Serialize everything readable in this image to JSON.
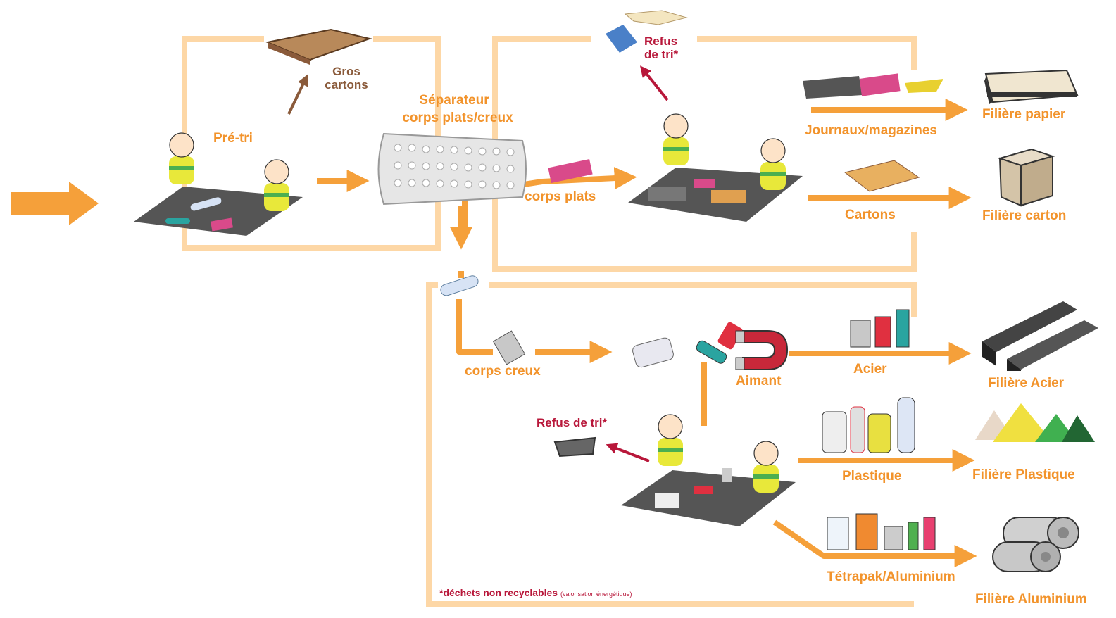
{
  "labels": {
    "pre_tri": "Pré-tri",
    "gros_cartons": "Gros cartons",
    "separateur_line1": "Séparateur",
    "separateur_line2": "corps plats/creux",
    "refus_top": "Refus de tri*",
    "journaux": "Journaux/magazines",
    "cartons": "Cartons",
    "corps_plats": "corps plats",
    "corps_creux": "corps creux",
    "aimant": "Aimant",
    "acier": "Acier",
    "refus_bottom": "Refus de tri*",
    "plastique": "Plastique",
    "tetrapak": "Tétrapak/Aluminium"
  },
  "filieres": {
    "papier": "Filière papier",
    "carton": "Filière carton",
    "acier": "Filière Acier",
    "plastique": "Filière Plastique",
    "aluminium": "Filière Aluminium"
  },
  "footnote": {
    "main": "*déchets non recyclables",
    "detail": "(valorisation énergétique)"
  },
  "colors": {
    "flow_orange": "#f5a03a",
    "frame_peach": "#fdd7a6",
    "label_orange": "#f2932b",
    "refus_red": "#b8173a",
    "brown": "#8a5a3a",
    "belt_grey": "#555555",
    "worker_vest": "#e8e83a",
    "worker_green": "#4caf50"
  },
  "icons": [
    "arrow-right-icon",
    "sorting-worker-icon",
    "drum-separator-icon",
    "magnet-icon",
    "cardboard-box-icon",
    "paper-stack-icon",
    "steel-bars-icon",
    "plastic-pile-icon",
    "aluminium-rolls-icon",
    "plastic-bottle-icon",
    "can-icon",
    "tray-icon"
  ]
}
